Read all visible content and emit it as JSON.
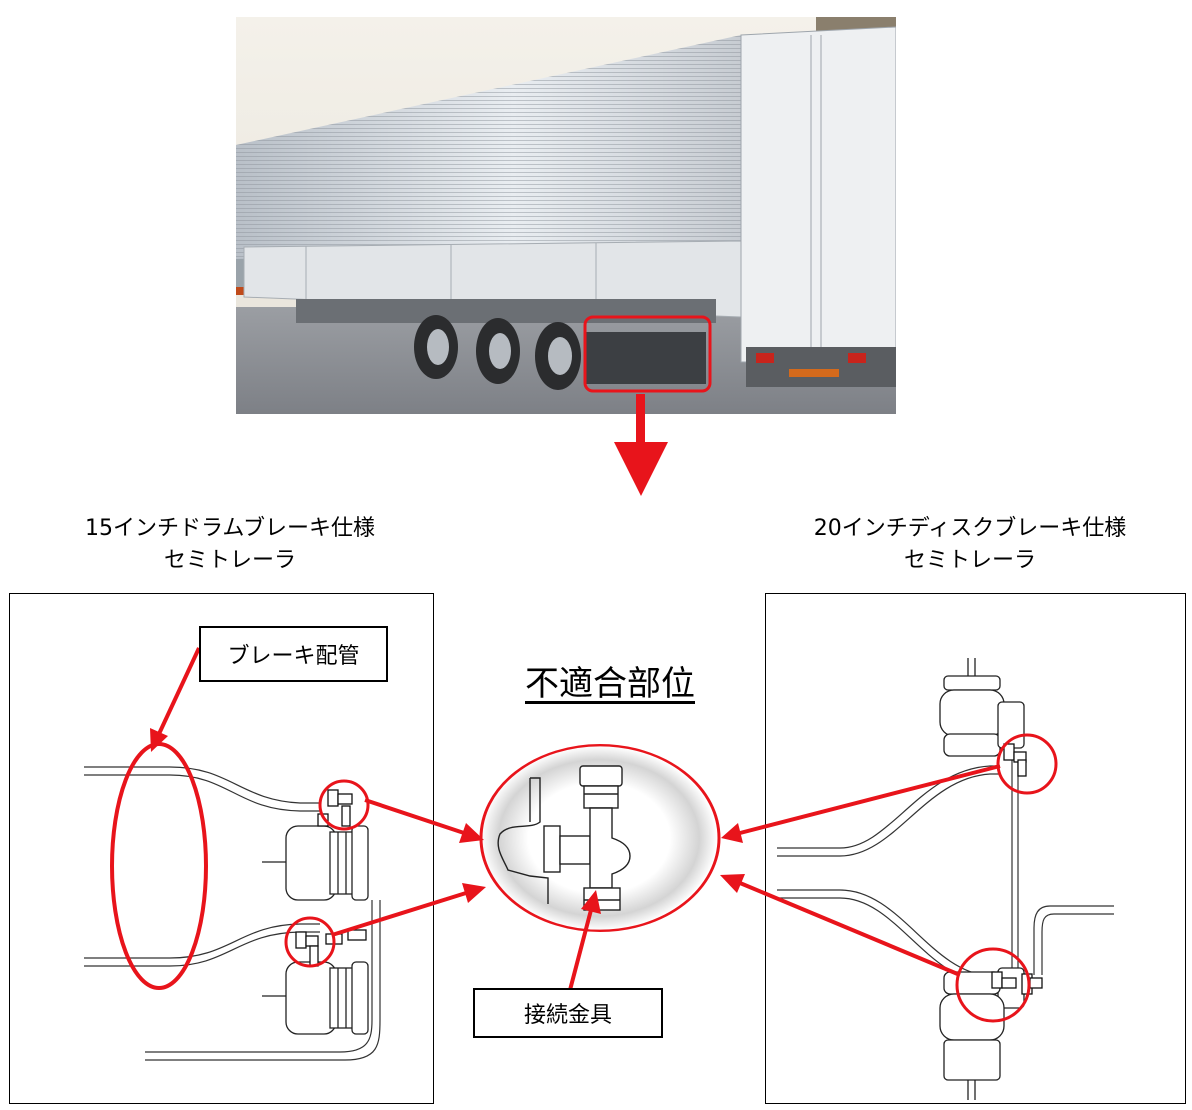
{
  "captions": {
    "left_line1": "15インチドラムブレーキ仕様",
    "left_line2": "セミトレーラ",
    "right_line1": "20インチディスクブレーキ仕様",
    "right_line2": "セミトレーラ"
  },
  "labels": {
    "brake_piping": "ブレーキ配管",
    "nonconforming_part": "不適合部位",
    "connector_fitting": "接続金具"
  },
  "colors": {
    "highlight": "#e8141b",
    "line": "#000000"
  }
}
